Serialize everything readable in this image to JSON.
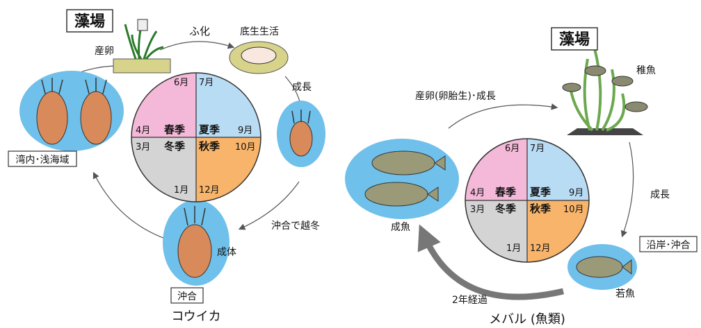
{
  "squid": {
    "name": "コウイカ",
    "seaweed_label": "藻場",
    "lay_eggs": "産卵",
    "hatch": "ふ化",
    "benthic": "底生生活",
    "growth": "成長",
    "offshore_winter": "沖合で越冬",
    "adult": "成体",
    "offshore": "沖合",
    "bay": "湾内･浅海域",
    "months": {
      "jun": "6月",
      "jul": "7月",
      "apr": "4月",
      "sep": "9月",
      "mar": "3月",
      "oct": "10月",
      "jan": "1月",
      "dec": "12月"
    },
    "seasons": {
      "spring": "春季",
      "summer": "夏季",
      "winter": "冬季",
      "autumn": "秋季"
    }
  },
  "mebaru": {
    "name": "メバル (魚類)",
    "seaweed_label": "藻場",
    "juvenile": "稚魚",
    "spawn_growth": "産卵(卵胎生)･成長",
    "growth": "成長",
    "coast_offshore": "沿岸･沖合",
    "young": "若魚",
    "adult": "成魚",
    "two_years": "2年経過",
    "months": {
      "jun": "6月",
      "jul": "7月",
      "apr": "4月",
      "sep": "9月",
      "mar": "3月",
      "oct": "10月",
      "jan": "1月",
      "dec": "12月"
    },
    "seasons": {
      "spring": "春季",
      "summer": "夏季",
      "winter": "冬季",
      "autumn": "秋季"
    }
  },
  "colors": {
    "spring": "#f4b8d8",
    "summer": "#b9dcf5",
    "winter": "#d4d4d4",
    "autumn": "#f7b46a",
    "water": "#6fc0ea",
    "squid": "#d98a5a",
    "arrow": "#777777"
  }
}
